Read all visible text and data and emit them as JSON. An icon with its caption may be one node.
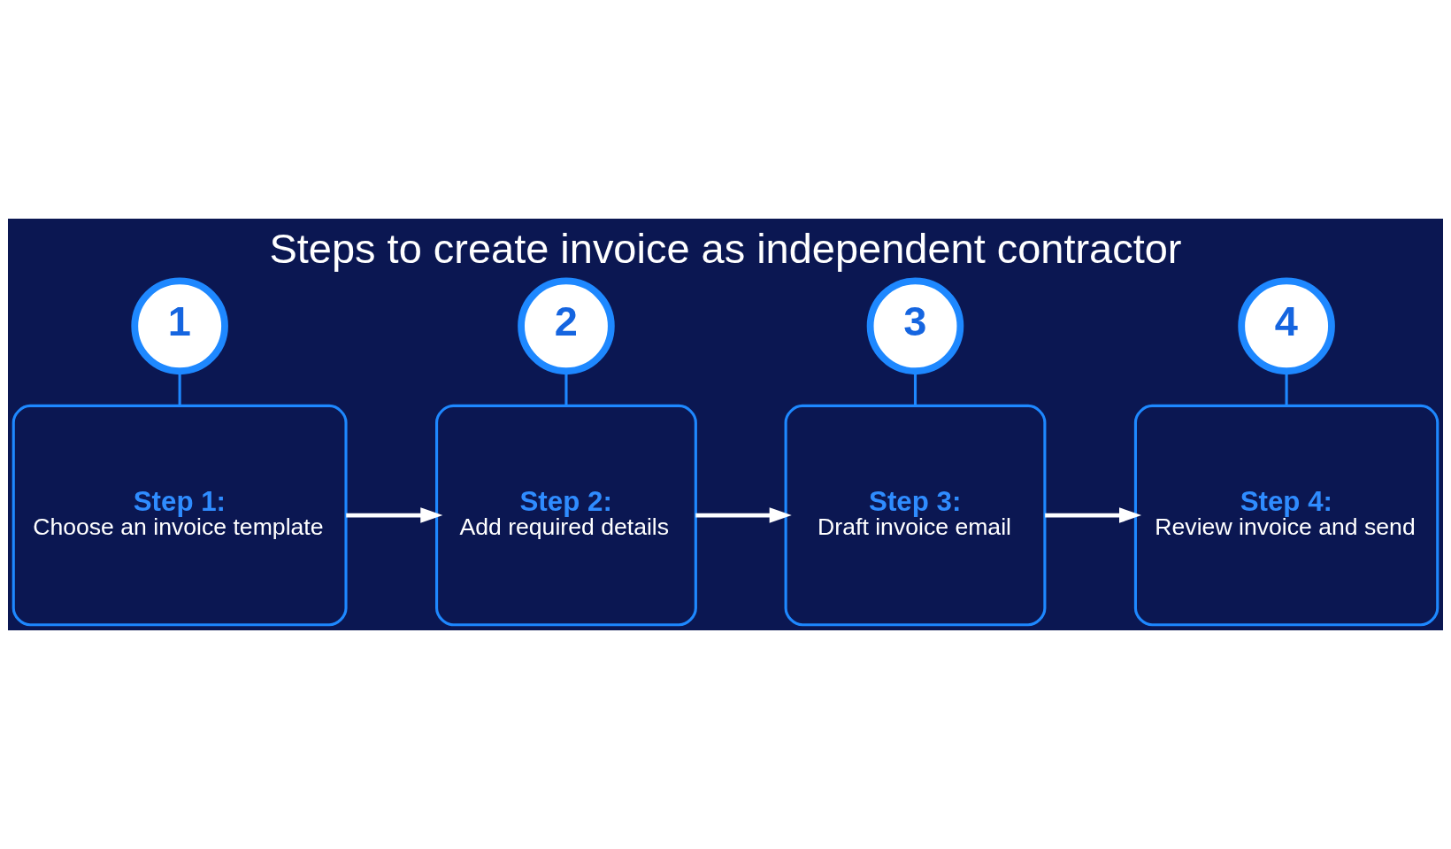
{
  "diagram": {
    "title": "Steps to create invoice as independent contractor",
    "nodes": [
      {
        "text": [
          "1"
        ]
      },
      {
        "text": [
          "Step 1:",
          "Choose an invoice template"
        ]
      },
      {
        "text": [
          "2"
        ]
      },
      {
        "text": [
          "Step 2:",
          "Add required details"
        ]
      },
      {
        "text": [
          "3"
        ]
      },
      {
        "text": [
          "Step 3:",
          "Draft invoice email"
        ]
      },
      {
        "text": [
          "4"
        ]
      },
      {
        "text": [
          "Step 4:",
          "Review invoice and send"
        ]
      }
    ],
    "edges": [
      {
        "from": 0,
        "to": 1,
        "arrow": "none"
      },
      {
        "from": 2,
        "to": 3,
        "arrow": "none"
      },
      {
        "from": 4,
        "to": 5,
        "arrow": "none"
      },
      {
        "from": 6,
        "to": 7,
        "arrow": "none"
      },
      {
        "from": 1,
        "to": 3,
        "arrow": "to",
        "color": "#ffffff"
      },
      {
        "from": 3,
        "to": 5,
        "arrow": "to",
        "color": "#ffffff"
      },
      {
        "from": 5,
        "to": 7,
        "arrow": "to",
        "color": "#ffffff"
      }
    ]
  }
}
